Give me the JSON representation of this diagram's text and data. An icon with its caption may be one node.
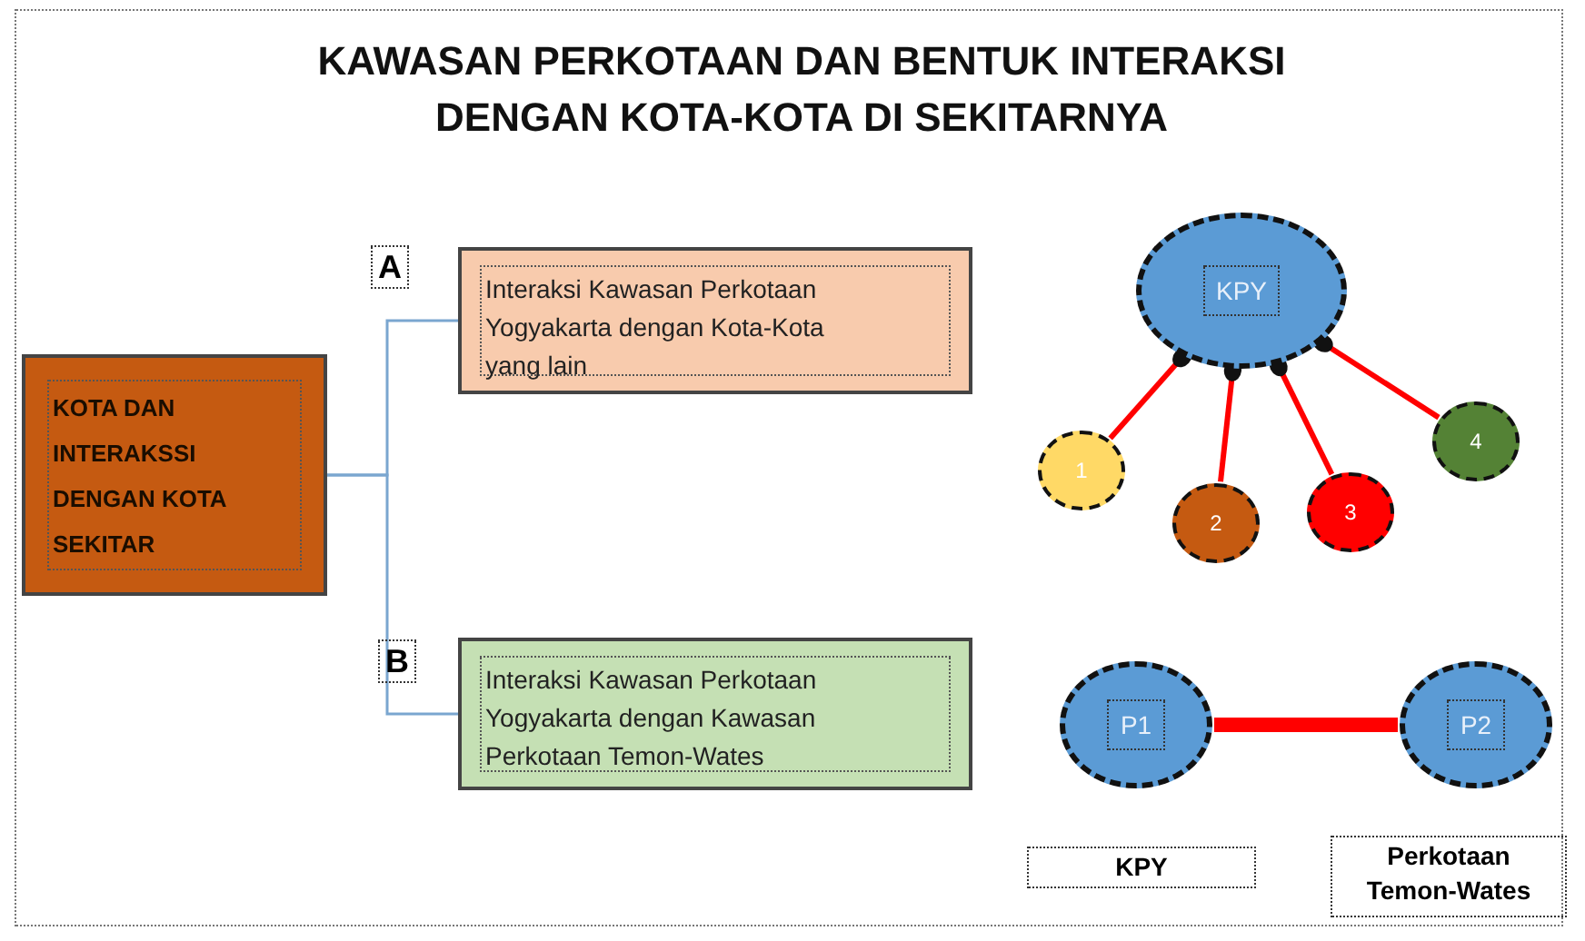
{
  "diagram": {
    "title": "KAWASAN PERKOTAAN DAN BENTUK INTERAKSI DENGAN KOTA-KOTA DI SEKITARNYA",
    "nodes": [
      {
        "text": [
          "KOTA DAN INTERAKSSI DENGAN KOTA SEKITAR"
        ]
      },
      {
        "text": [
          "Interaksi Kawasan Perkotaan Yogyakarta dengan Kota-Kota yang lain"
        ],
        "beside": [
          "A"
        ]
      },
      {
        "text": [
          "Interaksi Kawasan Perkotaan Yogyakarta dengan Kawasan Perkotaan Temon-Wates"
        ],
        "beside": [
          "B"
        ]
      },
      {
        "text": [
          "KPY"
        ]
      },
      {
        "text": [
          "1"
        ]
      },
      {
        "text": [
          "2"
        ]
      },
      {
        "text": [
          "3"
        ]
      },
      {
        "text": [
          "4"
        ]
      },
      {
        "text": [
          "P1"
        ]
      },
      {
        "text": [
          "P2"
        ]
      }
    ],
    "edges": [
      {
        "from": 0,
        "to": 1,
        "arrow": "none",
        "color": "#7aa6d0"
      },
      {
        "from": 0,
        "to": 2,
        "arrow": "none",
        "color": "#7aa6d0"
      },
      {
        "from": 3,
        "to": 4,
        "arrow": "other"
      },
      {
        "from": 3,
        "to": 5,
        "arrow": "other"
      },
      {
        "from": 3,
        "to": 6,
        "arrow": "other"
      },
      {
        "from": 3,
        "to": 7,
        "arrow": "other"
      },
      {
        "from": 8,
        "to": 9,
        "arrow": "none",
        "style": "thick"
      }
    ],
    "labels": [
      "KPY",
      "Perkotaan Temon-Wates"
    ]
  }
}
